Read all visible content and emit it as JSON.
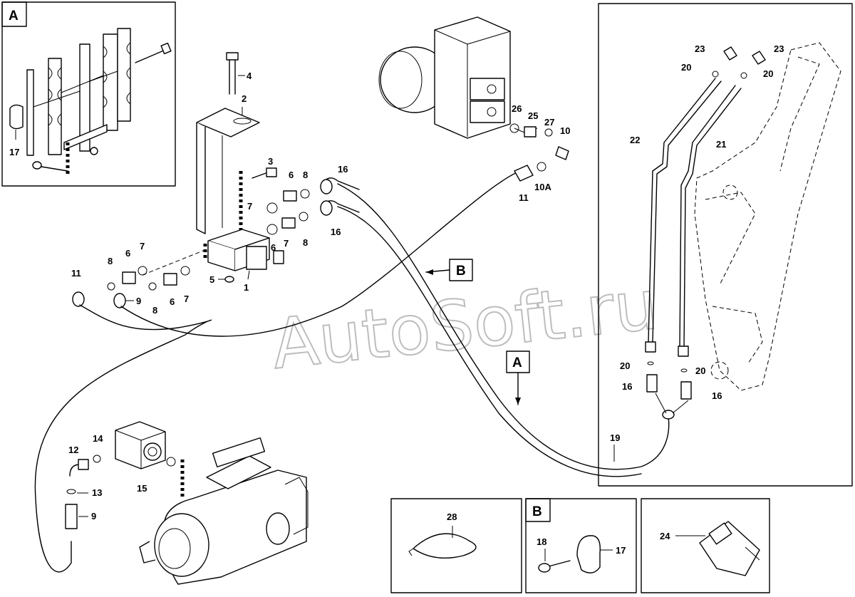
{
  "watermark": "AutoSoft.ru",
  "frames": {
    "detail_a": "A",
    "detail_b": "B",
    "pointer_a": "A",
    "pointer_b": "B"
  },
  "callouts": {
    "p1": "1",
    "p2": "2",
    "p3": "3",
    "p4": "4",
    "p5": "5",
    "p6a": "6",
    "p6b": "6",
    "p6c": "6",
    "p6d": "6",
    "p7a": "7",
    "p7b": "7",
    "p7c": "7",
    "p7d": "7",
    "p8a": "8",
    "p8b": "8",
    "p8c": "8",
    "p8d": "8",
    "p9a": "9",
    "p9b": "9",
    "p10": "10",
    "p10a": "10A",
    "p11a": "11",
    "p11b": "11",
    "p12": "12",
    "p13": "13",
    "p14": "14",
    "p15": "15",
    "p16a": "16",
    "p16b": "16",
    "p16c": "16",
    "p16d": "16",
    "p17a": "17",
    "p17b": "17",
    "p18": "18",
    "p19": "19",
    "p20a": "20",
    "p20b": "20",
    "p20c": "20",
    "p20d": "20",
    "p21": "21",
    "p22": "22",
    "p23a": "23",
    "p23b": "23",
    "p24": "24",
    "p25": "25",
    "p26": "26",
    "p27": "27",
    "p28": "28"
  }
}
